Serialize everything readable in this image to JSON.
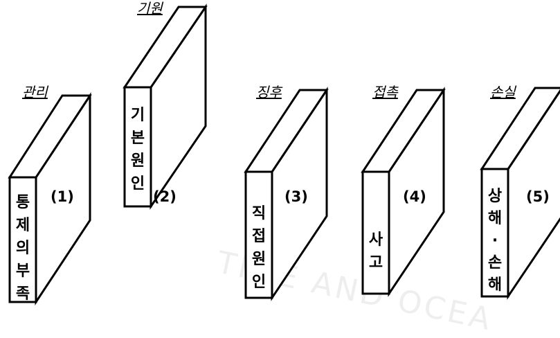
{
  "dominoes": [
    {
      "category": "관리",
      "front_chars": [
        "통",
        "제",
        "의",
        "부",
        "족"
      ],
      "number": "(1)"
    },
    {
      "category": "기원",
      "front_chars": [
        "기",
        "본",
        "원",
        "인"
      ],
      "number": "(2)"
    },
    {
      "category": "징후",
      "front_chars": [
        "직",
        "접",
        "원",
        "인"
      ],
      "number": "(3)"
    },
    {
      "category": "접촉",
      "front_chars": [
        "사",
        "고"
      ],
      "number": "(4)"
    },
    {
      "category": "손실",
      "front_chars": [
        "상",
        "해",
        "·",
        "손",
        "해"
      ],
      "number": "(5)"
    }
  ],
  "watermark": "TIME AND OCEA",
  "colors": {
    "line": "#000000",
    "background": "#ffffff",
    "watermark": "#eeeeee"
  }
}
